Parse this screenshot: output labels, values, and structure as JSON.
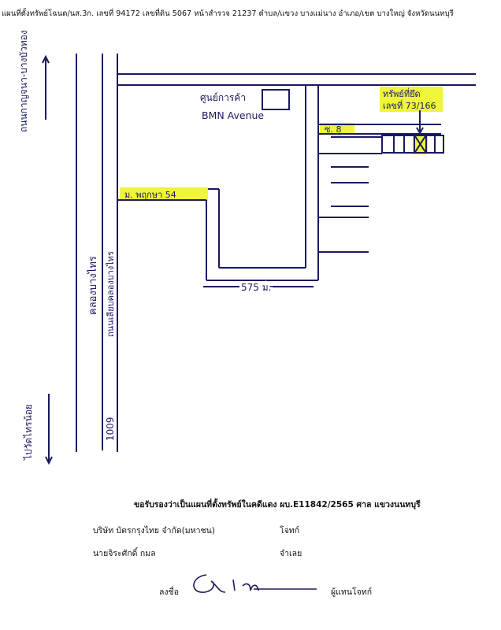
{
  "header": {
    "text": "แผนที่ตั้งทรัพย์โฉนด/นส.3ก. เลขที่ 94172 เลขที่ดิน 5067 หน้าสำรวจ 21237 ตำบล/แขวง บางแม่นาง อำเภอ/เขต บางใหญ่ จังหวัดนนทบุรี"
  },
  "map": {
    "top_left_road": "ถนนกาญจนา-บางบัวทอง",
    "bottom_left_road": "ไปวัดไทรน้อย",
    "canal": "คลองบางไทร",
    "canal_side_road": "ถนนเลียบคลองบางไทร",
    "km_marker": "1009",
    "mall_label": "ศูนย์การค้า",
    "mall_name": "BMN Avenue",
    "soi_label": "ม. พฤกษา 54",
    "lane_label": "ซ. 8",
    "property_label": "ทรัพย์ที่ยึด",
    "property_number": "เลขที่ 73/166",
    "distance": "575 ม.",
    "colors": {
      "ink": "#1a1a5e",
      "highlight": "#eef53a",
      "arrow_green": "#2e7d32"
    }
  },
  "footer": {
    "certify_line": "ขอรับรองว่าเป็นแผนที่ตั้งทรัพย์ในคดีแดง ผบ.E11842/2565  ศาล  แขวงนนทบุรี",
    "plaintiff_name": "บริษัท บัตรกรุงไทย จำกัด(มหาชน)",
    "plaintiff_role": "โจทก์",
    "defendant_name": "นายจิระศักดิ์  กมล",
    "defendant_role": "จำเลย",
    "sign_label": "ลงชื่อ",
    "sign_role": "ผู้แทนโจทก์"
  }
}
